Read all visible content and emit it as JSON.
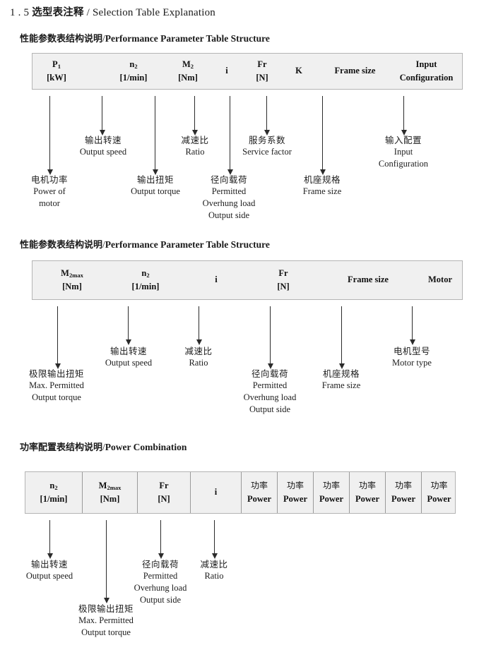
{
  "document": {
    "section_number": "1 . 5",
    "title_cn": "选型表注释",
    "separator": "/",
    "title_en": "Selection Table Explanation"
  },
  "sections": [
    {
      "id": "performance-parameter-1",
      "heading_cn": "性能参数表结构说明",
      "heading_sep": "/",
      "heading_en": "Performance Parameter Table Structure",
      "table": {
        "bordered": false,
        "columns": [
          {
            "line1": "P1",
            "line2": "[kW]"
          },
          {
            "line1": "n2",
            "line2": "[1/min]"
          },
          {
            "line1": "M2",
            "line2": "[Nm]"
          },
          {
            "line1": "i",
            "line2": ""
          },
          {
            "line1": "Fr",
            "line2": "[N]"
          },
          {
            "line1": "K",
            "line2": ""
          },
          {
            "line1": "Frame size",
            "line2": ""
          },
          {
            "line1": "Input",
            "line2": "Configuration"
          }
        ]
      },
      "annotations": [
        {
          "cn": "电机功率",
          "en": [
            "Power of",
            "motor"
          ]
        },
        {
          "cn": "输出转速",
          "en": [
            "Output speed"
          ]
        },
        {
          "cn": "输出扭矩",
          "en": [
            "Output torque"
          ]
        },
        {
          "cn": "减速比",
          "en": [
            "Ratio"
          ]
        },
        {
          "cn": "径向载荷",
          "en": [
            "Permitted",
            "Overhung load",
            "Output side"
          ]
        },
        {
          "cn": "服务系数",
          "en": [
            "Service factor"
          ]
        },
        {
          "cn": "机座规格",
          "en": [
            "Frame size"
          ]
        },
        {
          "cn": "输入配置",
          "en": [
            "Input",
            "Configuration"
          ]
        }
      ]
    },
    {
      "id": "performance-parameter-2",
      "heading_cn": "性能参数表结构说明",
      "heading_sep": "/",
      "heading_en": "Performance Parameter Table Structure",
      "table": {
        "bordered": false,
        "columns": [
          {
            "line1": "M2max",
            "line2": "[Nm]"
          },
          {
            "line1": "n2",
            "line2": "[1/min]"
          },
          {
            "line1": "i",
            "line2": ""
          },
          {
            "line1": "Fr",
            "line2": "[N]"
          },
          {
            "line1": "Frame size",
            "line2": ""
          },
          {
            "line1": "Motor",
            "line2": ""
          }
        ]
      },
      "annotations": [
        {
          "cn": "极限输出扭矩",
          "en": [
            "Max. Permitted",
            "Output  torque"
          ]
        },
        {
          "cn": "输出转速",
          "en": [
            "Output speed"
          ]
        },
        {
          "cn": "减速比",
          "en": [
            "Ratio"
          ]
        },
        {
          "cn": "径向载荷",
          "en": [
            "Permitted",
            "Overhung load",
            "Output side"
          ]
        },
        {
          "cn": "机座规格",
          "en": [
            "Frame size"
          ]
        },
        {
          "cn": "电机型号",
          "en": [
            "Motor type"
          ]
        }
      ]
    },
    {
      "id": "power-combination",
      "heading_cn": "功率配置表结构说明",
      "heading_sep": "/",
      "heading_en": "Power Combination",
      "table": {
        "bordered": true,
        "columns": [
          {
            "line1": "n2",
            "line2": "[1/min]"
          },
          {
            "line1": "M2max",
            "line2": "[Nm]"
          },
          {
            "line1": "Fr",
            "line2": "[N]"
          },
          {
            "line1": "i",
            "line2": ""
          },
          {
            "line1": "功率",
            "line2": "Power"
          },
          {
            "line1": "功率",
            "line2": "Power"
          },
          {
            "line1": "功率",
            "line2": "Power"
          },
          {
            "line1": "功率",
            "line2": "Power"
          },
          {
            "line1": "功率",
            "line2": "Power"
          },
          {
            "line1": "功率",
            "line2": "Power"
          }
        ]
      },
      "annotations": [
        {
          "cn": "输出转速",
          "en": [
            "Output speed"
          ]
        },
        {
          "cn": "极限输出扭矩",
          "en": [
            "Max. Permitted",
            "Output  torque"
          ]
        },
        {
          "cn": "径向载荷",
          "en": [
            "Permitted",
            "Overhung load",
            "Output side"
          ]
        },
        {
          "cn": "减速比",
          "en": [
            "Ratio"
          ]
        }
      ]
    }
  ],
  "colors": {
    "table_fill": "#f0f0f0",
    "table_border": "#b4b4b4",
    "arrow": "#2b2b2b",
    "text": "#1a1a1a"
  }
}
